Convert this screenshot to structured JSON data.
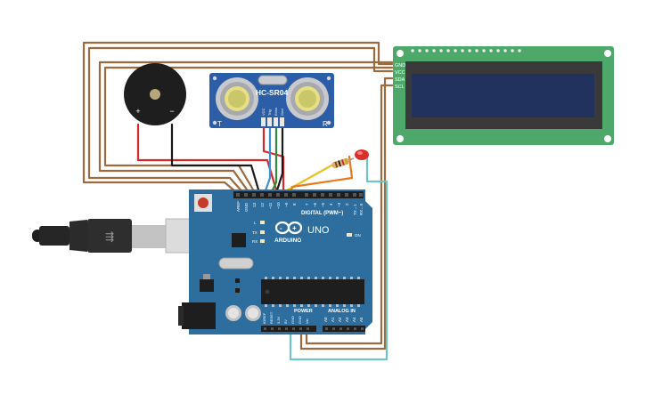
{
  "sensor": {
    "model": "HC-SR04",
    "left_mark": "T",
    "right_mark": "R",
    "pins": [
      "VCC",
      "Trig",
      "Echo",
      "Gnd"
    ]
  },
  "buzzer": {
    "plus": "+",
    "minus": "−"
  },
  "lcd": {
    "pins": [
      "GND",
      "VCC",
      "SDA",
      "SCL"
    ]
  },
  "arduino": {
    "brand": "ARDUINO",
    "model": "UNO",
    "digital_label": "DIGITAL (PWM~)",
    "power_label": "POWER",
    "analog_label": "ANALOG IN",
    "on_label": "ON",
    "led_labels": [
      "L",
      "TX",
      "RX"
    ],
    "digital_pins": [
      "AREF",
      "GND",
      "13",
      "12",
      "~11",
      "~10",
      "~9",
      "8",
      "7",
      "~6",
      "~5",
      "4",
      "~3",
      "2",
      "TX→1",
      "RX←0"
    ],
    "power_pins": [
      "IOREF",
      "RESET",
      "3.3V",
      "5V",
      "GND",
      "GND",
      "Vin"
    ],
    "analog_pins": [
      "A0",
      "A1",
      "A2",
      "A3",
      "A4",
      "A5"
    ]
  },
  "colors": {
    "board": "#2d6e9e",
    "board_dark": "#245a83",
    "lcd_pcb": "#4ea86a",
    "lcd_screen": "#22325e",
    "wire_brown": "#9c6a3c",
    "wire_red": "#d62828",
    "wire_black": "#1a1a1a",
    "wire_blue": "#3d8fd1",
    "wire_green": "#2f8c3a",
    "wire_yellow": "#e8c21c",
    "wire_orange": "#e77a1a",
    "wire_teal": "#6cc6c9",
    "led_red": "#d9302a"
  }
}
